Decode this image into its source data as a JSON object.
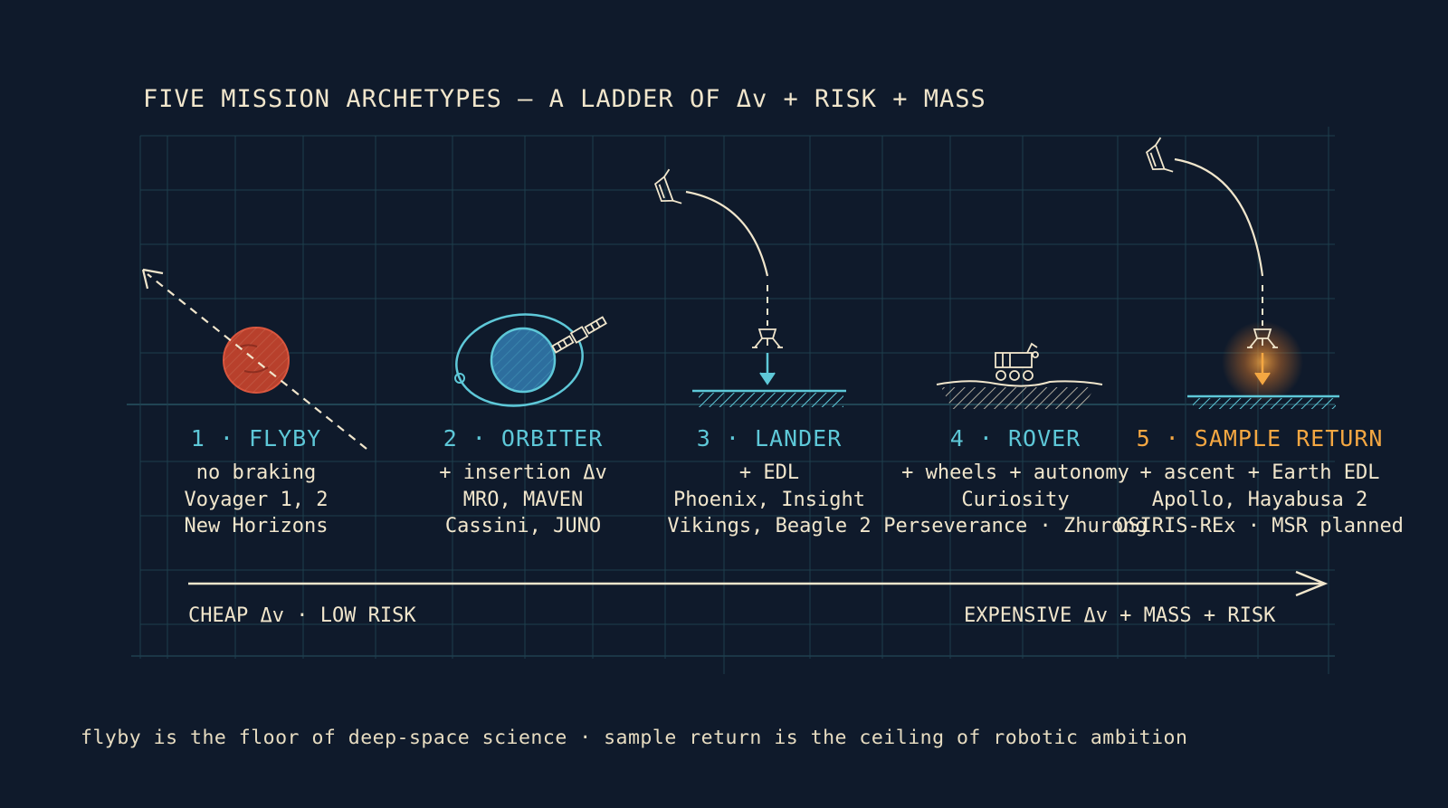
{
  "title": "FIVE MISSION ARCHETYPES — A LADDER OF Δv + RISK + MASS",
  "colors": {
    "background": "#0f1a2b",
    "grid": "#1f4451",
    "cyan": "#5ec8d8",
    "cream": "#f1e6cc",
    "orange": "#f4a742",
    "mars_red": "#b8402c"
  },
  "archetypes": [
    {
      "heading": "1 · FLYBY",
      "lines": [
        "no braking",
        "Voyager 1, 2",
        "New Horizons"
      ],
      "icon": "planet-flyby-icon"
    },
    {
      "heading": "2 · ORBITER",
      "lines": [
        "+ insertion Δv",
        "MRO, MAVEN",
        "Cassini, JUNO"
      ],
      "icon": "orbiter-icon"
    },
    {
      "heading": "3 · LANDER",
      "lines": [
        "+ EDL",
        "Phoenix, Insight",
        "Vikings, Beagle 2"
      ],
      "icon": "lander-icon"
    },
    {
      "heading": "4 · ROVER",
      "lines": [
        "+ wheels + autonomy",
        "Curiosity",
        "Perseverance · Zhurong"
      ],
      "icon": "rover-icon"
    },
    {
      "heading": "5 · SAMPLE RETURN",
      "lines": [
        "+ ascent + Earth EDL",
        "Apollo, Hayabusa 2",
        "OSIRIS-REx · MSR planned"
      ],
      "icon": "sample-return-icon"
    }
  ],
  "scale": {
    "low_label": "CHEAP Δv · LOW RISK",
    "high_label": "EXPENSIVE Δv + MASS + RISK"
  },
  "footer": "flyby is the floor of deep-space science · sample return is the ceiling of robotic ambition"
}
